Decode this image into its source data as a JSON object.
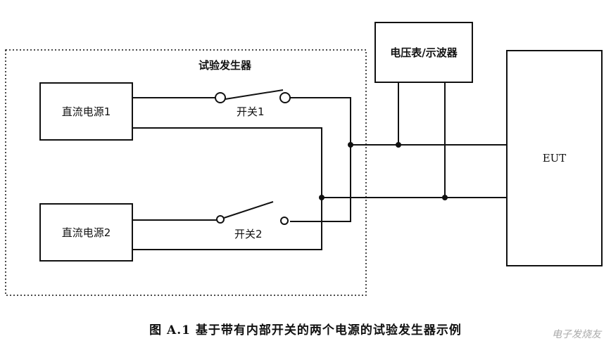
{
  "generator": {
    "label": "试验发生器"
  },
  "supply1": {
    "label": "直流电源1"
  },
  "supply2": {
    "label": "直流电源2"
  },
  "switch1": {
    "label": "开关1"
  },
  "switch2": {
    "label": "开关2"
  },
  "meter": {
    "label": "电压表/示波器"
  },
  "eut": {
    "label": "EUT"
  },
  "caption": "图 A.1  基于带有内部开关的两个电源的试验发生器示例",
  "watermark": "电子发烧友"
}
